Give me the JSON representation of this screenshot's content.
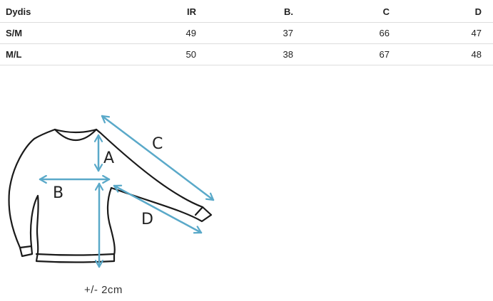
{
  "table": {
    "headers": [
      "Dydis",
      "IR",
      "B.",
      "C",
      "D"
    ],
    "rows": [
      [
        "S/M",
        "49",
        "37",
        "66",
        "47"
      ],
      [
        "M/L",
        "50",
        "38",
        "67",
        "48"
      ]
    ]
  },
  "diagram": {
    "labels": {
      "a": "A",
      "b": "B",
      "c": "C",
      "d": "D"
    },
    "tolerance": "+/- 2cm",
    "colors": {
      "arrow": "#5aa9c9",
      "outline": "#1a1a1a"
    }
  }
}
